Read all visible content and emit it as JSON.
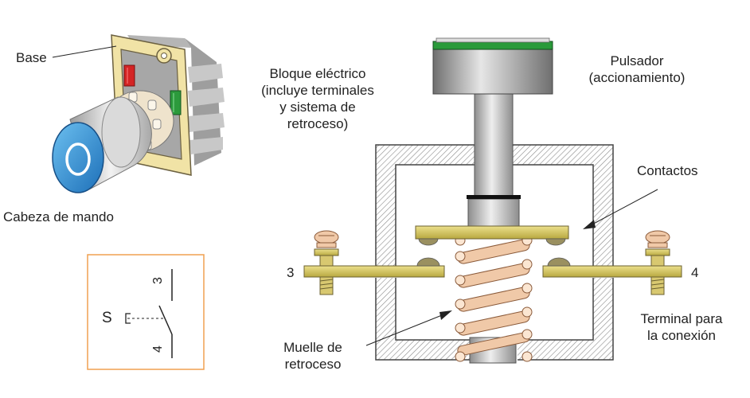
{
  "labels": {
    "base": "Base",
    "cabeza": "Cabeza de mando",
    "bloque": [
      "Bloque eléctrico",
      "(incluye terminales",
      "y sistema de",
      "retroceso)"
    ],
    "pulsador": [
      "Pulsador",
      "(accionamiento)"
    ],
    "contactos": "Contactos",
    "terminal_3": "3",
    "terminal_4": "4",
    "terminal_conexion": [
      "Terminal para",
      "la conexión"
    ],
    "muelle": [
      "Muelle de",
      "retroceso"
    ]
  },
  "symbol": {
    "switch": "S",
    "pin_top": "3",
    "pin_bottom": "4"
  },
  "colors": {
    "button_blue": "#2f8fd6",
    "contact_gold": "#d9c96a",
    "spring": "#f0c9a8",
    "housing_gray": "#bdbdbd",
    "indicator_red": "#d42424",
    "indicator_green": "#2c9a3c",
    "cap_green": "#2a9a3a",
    "symbol_border": "#f0a050"
  }
}
